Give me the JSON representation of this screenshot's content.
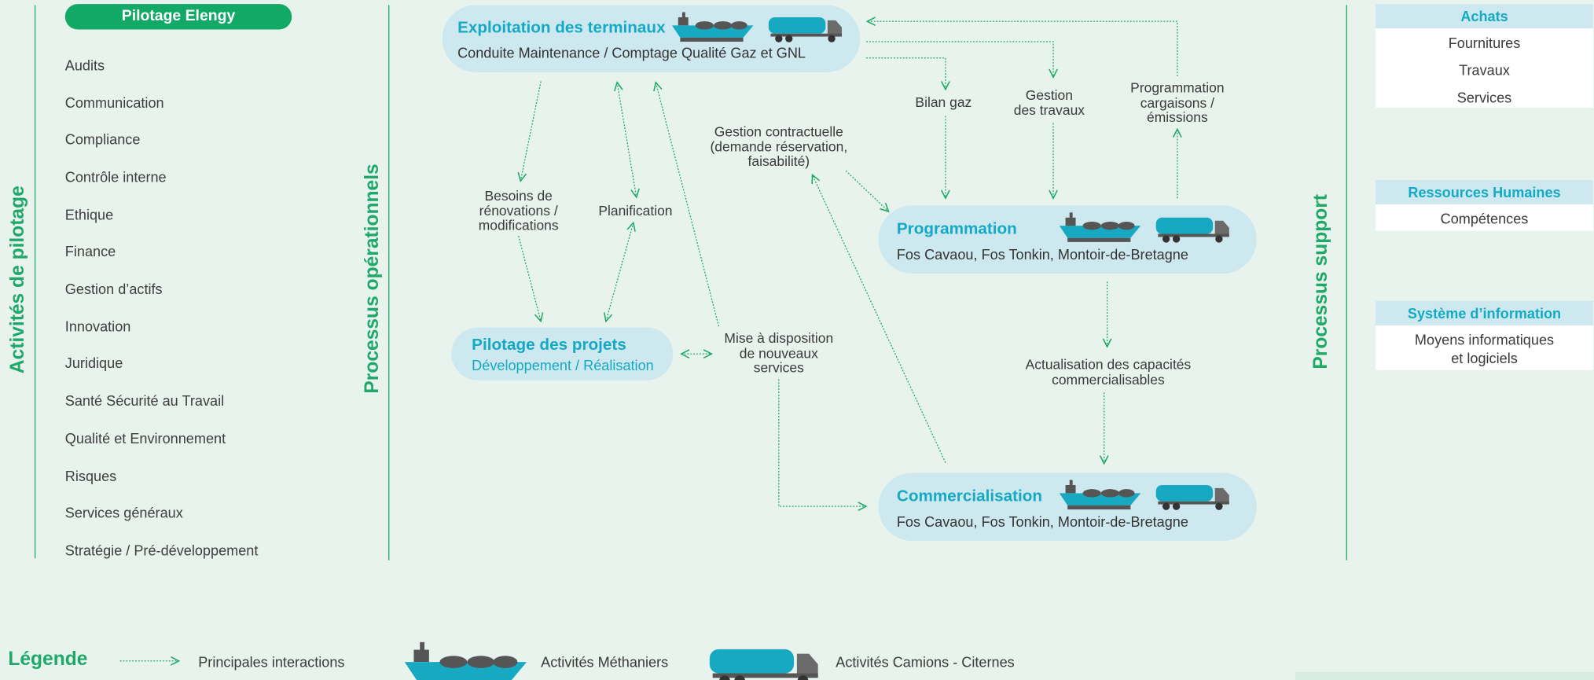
{
  "left_column": {
    "vertical_label": "Activités de pilotage",
    "header": "Pilotage Elengy",
    "items": [
      "Audits",
      "Communication",
      "Compliance",
      "Contrôle interne",
      "Ethique",
      "Finance",
      "Gestion d’actifs",
      "Innovation",
      "Juridique",
      "Santé Sécurité au Travail",
      "Qualité et Environnement",
      "Risques",
      "Services généraux",
      "Stratégie / Pré-développement"
    ]
  },
  "middle": {
    "vertical_label": "Processus opérationnels",
    "exploitation": {
      "title": "Exploitation des terminaux",
      "subtitle": "Conduite Maintenance / Comptage Qualité Gaz et GNL"
    },
    "programmation": {
      "title": "Programmation",
      "subtitle": "Fos Cavaou, Fos Tonkin, Montoir-de-Bretagne"
    },
    "commercialisation": {
      "title": "Commercialisation",
      "subtitle": "Fos Cavaou, Fos Tonkin, Montoir-de-Bretagne"
    },
    "pilotage_projets": {
      "title": "Pilotage des projets",
      "subtitle": "Développement / Réalisation"
    },
    "labels": {
      "besoins": [
        "Besoins de",
        "rénovations /",
        "modifications"
      ],
      "planification": "Planification",
      "gestion_contractuelle": [
        "Gestion contractuelle",
        "(demande réservation,",
        "faisabilité)"
      ],
      "bilan_gaz": "Bilan gaz",
      "gestion_travaux": [
        "Gestion",
        "des travaux"
      ],
      "programmation_cargaisons": [
        "Programmation",
        "cargaisons /",
        "émissions"
      ],
      "mise_disposition": [
        "Mise à disposition",
        "de nouveaux",
        "services"
      ],
      "actualisation": [
        "Actualisation des capacités",
        "commercialisables"
      ]
    }
  },
  "support": {
    "vertical_label": "Processus support",
    "achats": {
      "title": "Achats",
      "items": [
        "Fournitures",
        "Travaux",
        "Services"
      ]
    },
    "rh": {
      "title": "Ressources Humaines",
      "items": [
        "Compétences"
      ]
    },
    "si": {
      "title": "Système d’information",
      "items": [
        "Moyens informatiques",
        "et logiciels"
      ]
    }
  },
  "legend": {
    "title": "Légende",
    "interactions": "Principales interactions",
    "methaniers": "Activités Méthaniers",
    "camions": "Activités Camions - Citernes"
  },
  "colors": {
    "green": "#1fa86a",
    "teal": "#14a9c4",
    "bubble": "#cde8ee",
    "ship": "#17a9c2",
    "truck_cab": "#6b6b6b"
  },
  "icons": [
    "lng-ship-icon",
    "tanker-truck-icon",
    "arrow-icon"
  ]
}
